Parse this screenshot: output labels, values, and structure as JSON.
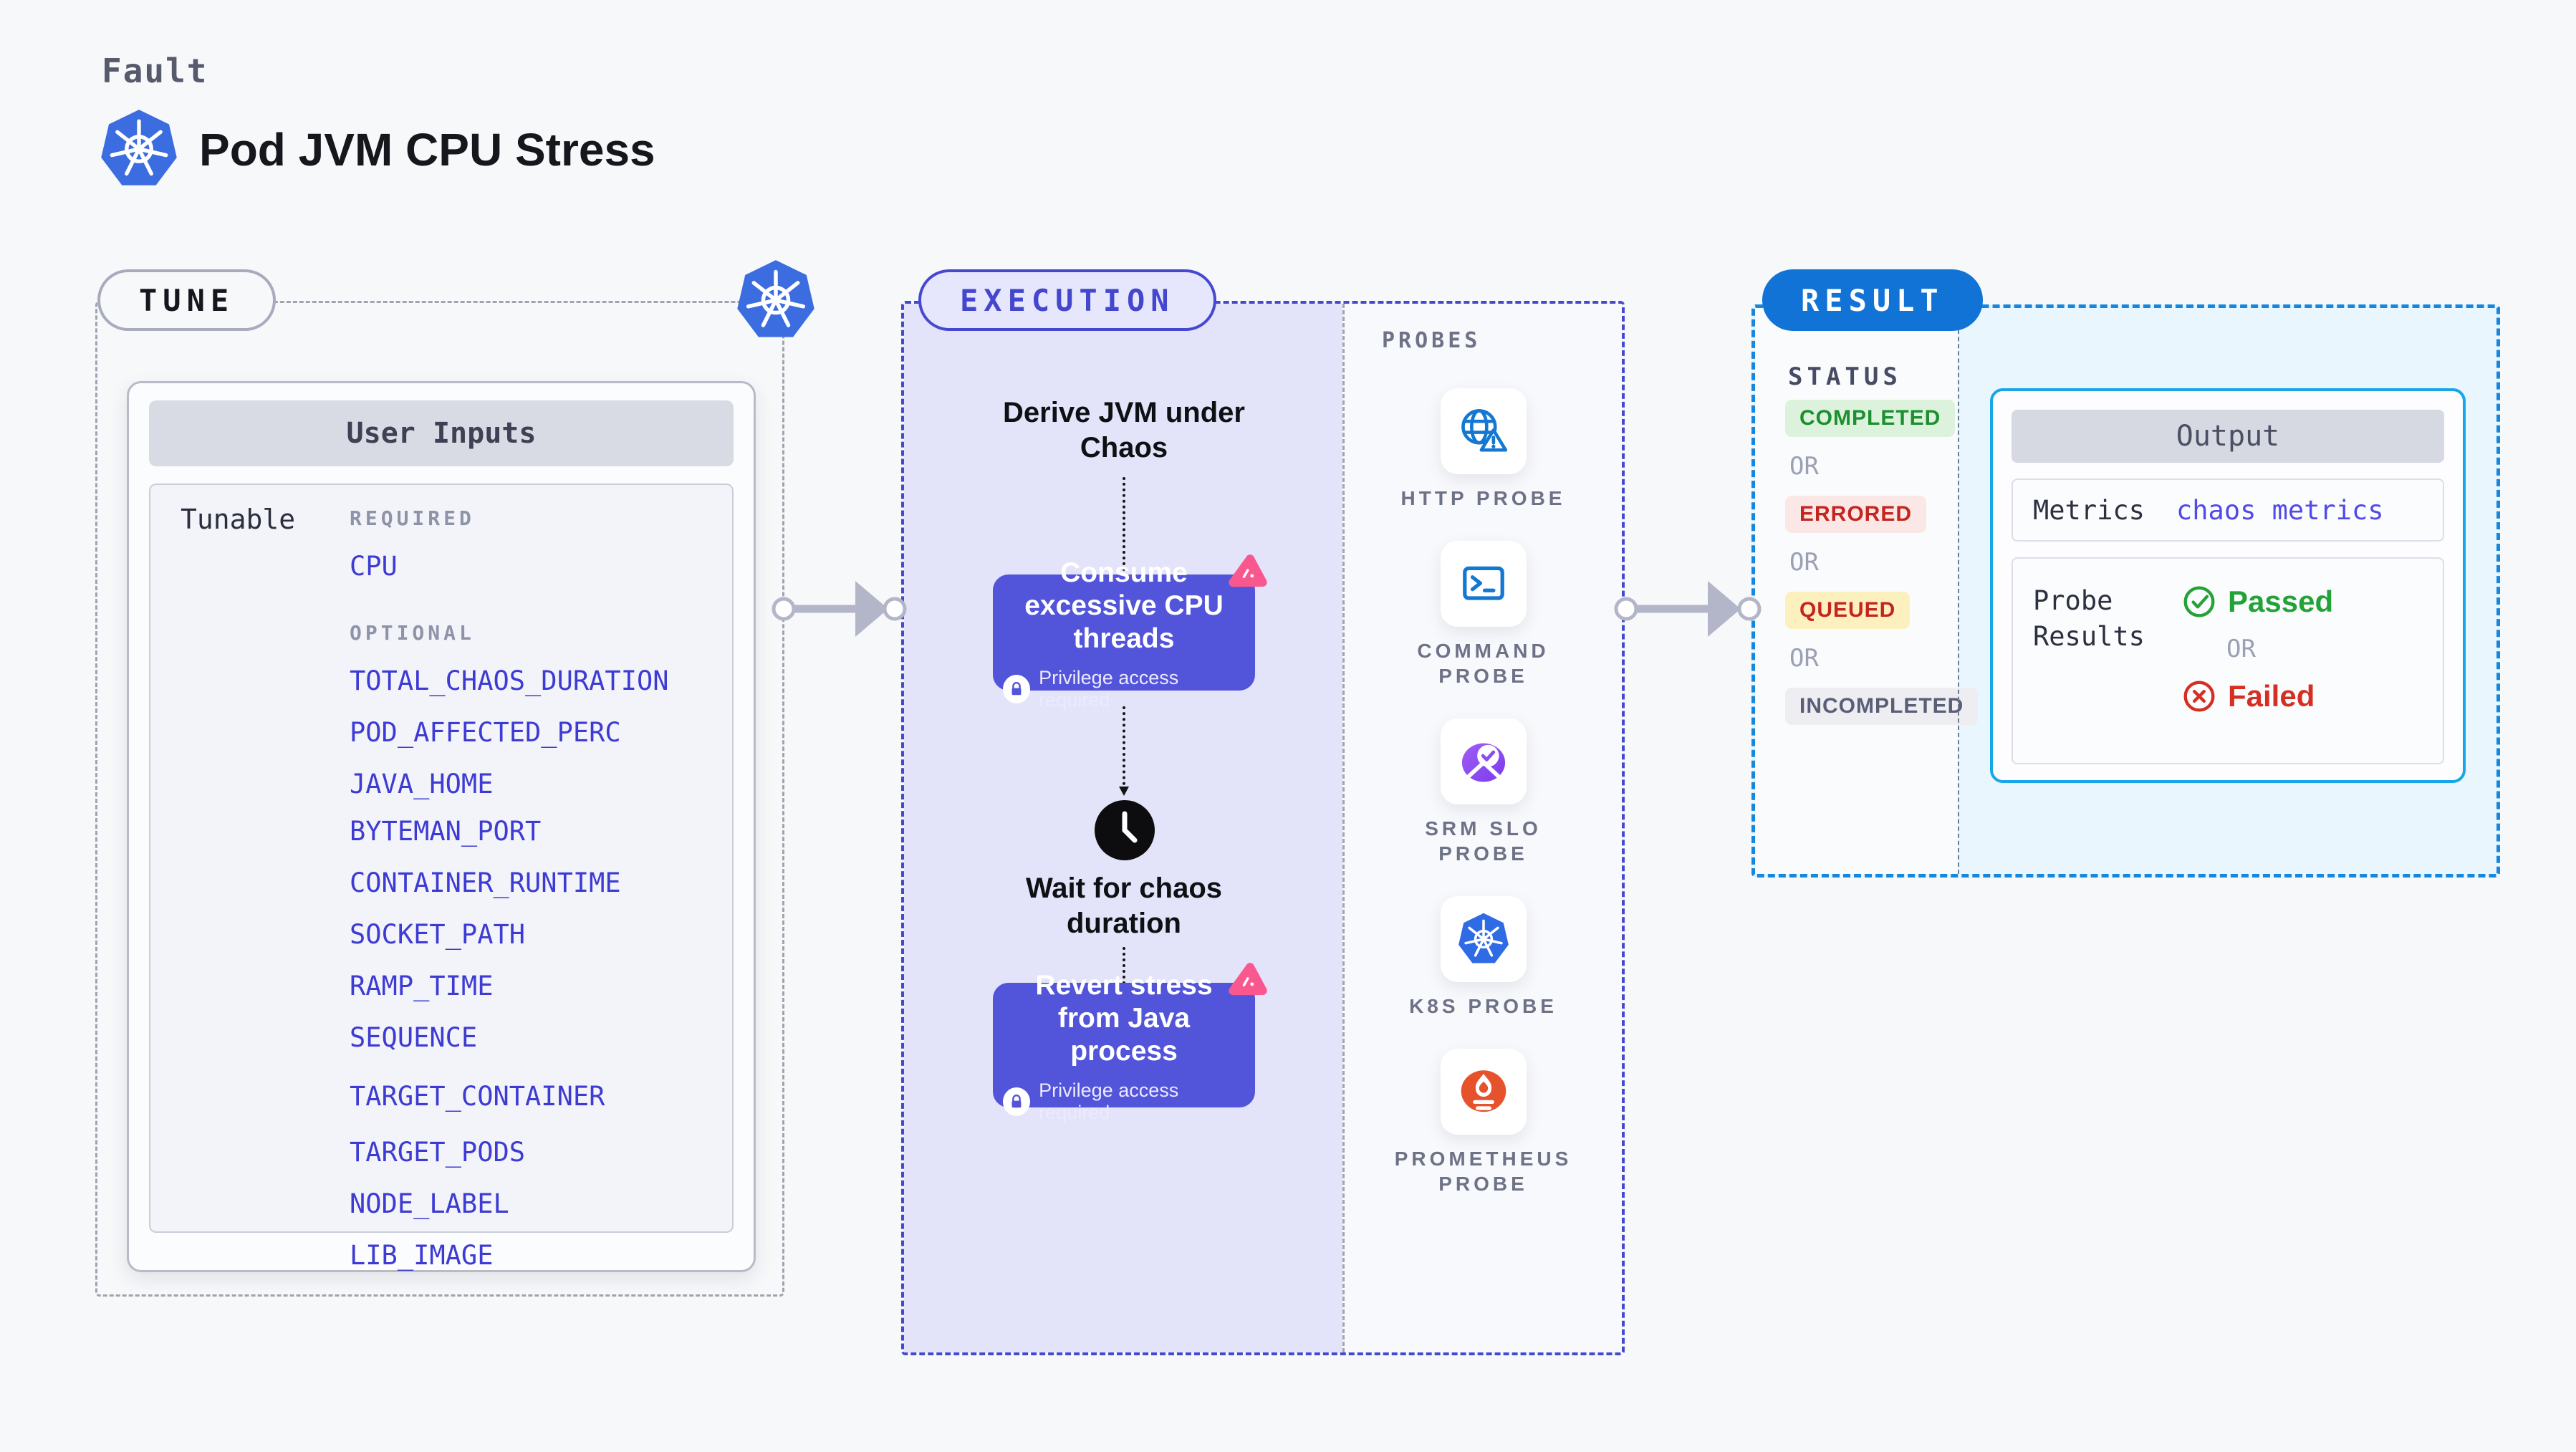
{
  "header": {
    "kicker": "Fault",
    "title": "Pod JVM CPU Stress",
    "logo_icon": "kubernetes-icon"
  },
  "tune": {
    "badge": "TUNE",
    "corner_icon": "kubernetes-icon",
    "card": {
      "title": "User Inputs",
      "row_label": "Tunable",
      "sections": [
        {
          "label": "REQUIRED",
          "items": [
            "CPU"
          ]
        },
        {
          "label": "OPTIONAL",
          "items": [
            "TOTAL_CHAOS_DURATION",
            "POD_AFFECTED_PERC",
            "JAVA_HOME",
            "BYTEMAN_PORT",
            "CONTAINER_RUNTIME",
            "SOCKET_PATH",
            "RAMP_TIME",
            "SEQUENCE",
            "TARGET_CONTAINER",
            "TARGET_PODS",
            "NODE_LABEL",
            "LIB_IMAGE"
          ]
        }
      ]
    }
  },
  "execution": {
    "badge": "EXECUTION",
    "steps": [
      {
        "label": "Derive JVM under Chaos"
      },
      {
        "label": "Consume excessive CPU threads",
        "note": "Privilege access required",
        "icon": "lock-icon",
        "corner_icon": "spark-icon"
      },
      {
        "label": "Wait for chaos duration",
        "icon": "clock-icon"
      },
      {
        "label": "Revert stress from Java process",
        "note": "Privilege access required",
        "icon": "lock-icon",
        "corner_icon": "spark-icon"
      }
    ],
    "probes": {
      "title": "PROBES",
      "items": [
        {
          "label": "HTTP PROBE",
          "icon": "globe-alert-icon"
        },
        {
          "label": "COMMAND PROBE",
          "icon": "terminal-icon"
        },
        {
          "label": "SRM SLO PROBE",
          "icon": "slo-gauge-icon"
        },
        {
          "label": "K8S PROBE",
          "icon": "kubernetes-icon"
        },
        {
          "label": "PROMETHEUS PROBE",
          "icon": "prometheus-icon"
        }
      ]
    }
  },
  "result": {
    "badge": "RESULT",
    "status": {
      "title": "STATUS",
      "separator": "OR",
      "values": [
        {
          "label": "COMPLETED",
          "tone": "green"
        },
        {
          "label": "ERRORED",
          "tone": "red"
        },
        {
          "label": "QUEUED",
          "tone": "yellow"
        },
        {
          "label": "INCOMPLETED",
          "tone": "gray"
        }
      ]
    },
    "output": {
      "title": "Output",
      "metrics_label": "Metrics",
      "metrics_value": "chaos metrics",
      "probe_results_label": "Probe Results",
      "passed": "Passed",
      "separator": "OR",
      "failed": "Failed"
    }
  },
  "colors": {
    "page_bg": "#f7f8fa",
    "action_indigo": "#5254da",
    "execution_border": "#4649d0",
    "execution_fill": "#e3e3f9",
    "tune_border": "#a0a3b0",
    "result_badge_blue": "#1273d6",
    "result_border": "#1687de",
    "result_fill": "#e9f6fd",
    "output_border": "#17a6e7",
    "param_link": "#3d3bd4",
    "spark_pink": "#f9588f",
    "passed_green": "#23a238",
    "failed_red": "#d52f23",
    "queued_bg": "#fdf0bf",
    "k8s_blue": "#3b6ce0",
    "probe_icon_blue": "#1478d2",
    "prometheus_orange": "#e6522c",
    "srm_purple": "#8b52f0",
    "arrow_gray": "#b3b6c9"
  }
}
